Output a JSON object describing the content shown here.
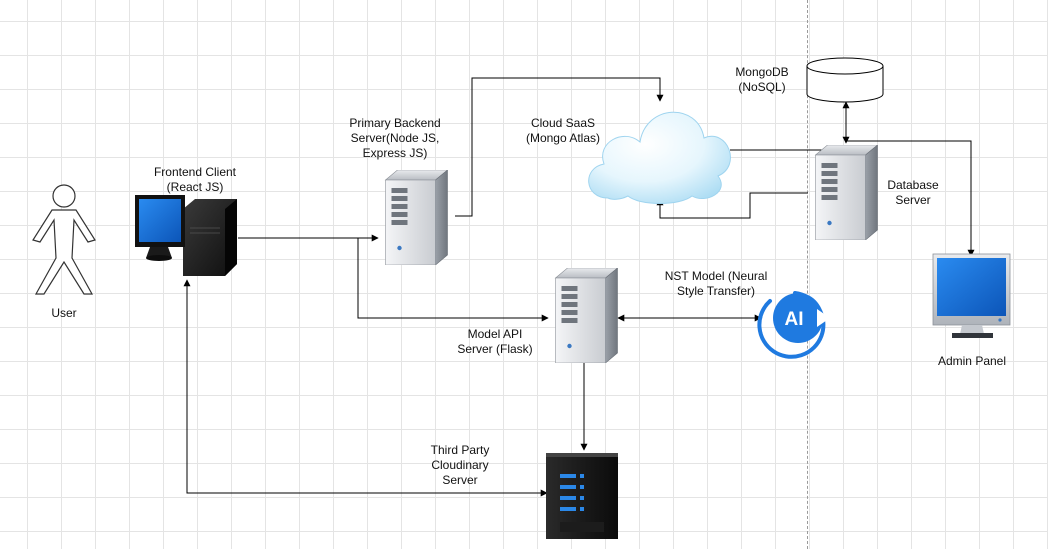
{
  "labels": {
    "user": "User",
    "frontend_line1": "Frontend Client",
    "frontend_line2": "(React JS)",
    "backend_line1": "Primary Backend",
    "backend_line2": "Server(Node JS,",
    "backend_line3": "Express JS)",
    "cloud_line1": "Cloud SaaS",
    "cloud_line2": "(Mongo Atlas)",
    "mongodb_line1": "MongoDB",
    "mongodb_line2": "(NoSQL)",
    "database_line1": "Database",
    "database_line2": "Server",
    "admin": "Admin Panel",
    "modelapi_line1": "Model API",
    "modelapi_line2": "Server (Flask)",
    "nst_line1": "NST Model (Neural",
    "nst_line2": "Style Transfer)",
    "cloudinary_line1": "Third Party",
    "cloudinary_line2": "Cloudinary",
    "cloudinary_line3": "Server",
    "ai_badge": "AI"
  },
  "colors": {
    "line": "#000000",
    "grid": "#e4e4e4",
    "monitor_screen": "#1e6fd0",
    "ai_blue": "#1f7ae0",
    "cloud_light": "#e6f6fd",
    "cloud_mid": "#b9e3f7"
  },
  "icons": {
    "user": "stick-figure-icon",
    "frontend": "desktop-computer-icon",
    "backend": "server-tower-icon",
    "cloud": "cloud-icon",
    "mongodb": "database-cylinder-icon",
    "database": "server-tower-icon",
    "admin": "monitor-icon",
    "modelapi": "server-tower-icon",
    "nst": "ai-icon",
    "cloudinary": "rack-server-icon"
  }
}
